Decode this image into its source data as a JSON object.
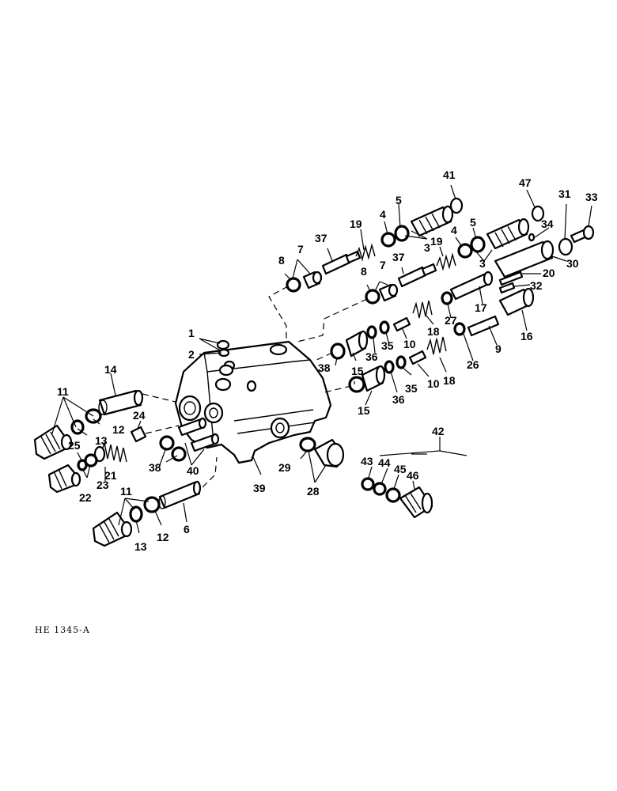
{
  "figure_id": "HE 1345-A",
  "callouts": [
    "1",
    "2",
    "3",
    "4",
    "5",
    "6",
    "7",
    "8",
    "9",
    "10",
    "11",
    "12",
    "13",
    "14",
    "15",
    "16",
    "17",
    "18",
    "19",
    "20",
    "21",
    "22",
    "23",
    "24",
    "25",
    "26",
    "27",
    "28",
    "29",
    "30",
    "31",
    "32",
    "33",
    "34",
    "35",
    "36",
    "37",
    "38",
    "39",
    "40",
    "41",
    "42",
    "43",
    "44",
    "45",
    "46",
    "47"
  ]
}
